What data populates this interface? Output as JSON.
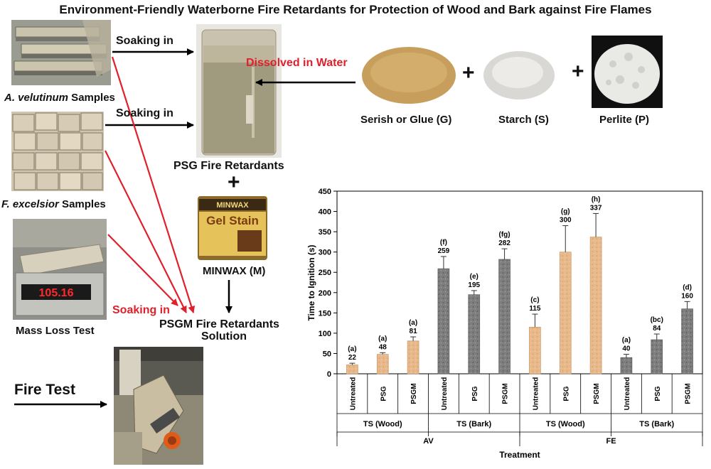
{
  "title": "Environment-Friendly Waterborne Fire Retardants for Protection of Wood and Bark against Fire Flames",
  "labels": {
    "av_samples_italic": "A. velutinum",
    "av_samples_rest": " Samples",
    "fe_samples_italic": "F. excelsior",
    "fe_samples_rest": " Samples",
    "mass_loss": "Mass Loss Test",
    "fire_test": "Fire Test",
    "soaking_1": "Soaking in",
    "soaking_2": "Soaking in",
    "soaking_red": "Soaking in",
    "dissolved": "Dissolved in Water",
    "psg": "PSG Fire Retardants",
    "minwax": "MINWAX (M)",
    "psgm_line1": "PSGM Fire Retardants",
    "psgm_line2": "Solution",
    "glue": "Serish or Glue (G)",
    "starch": "Starch (S)",
    "perlite": "Perlite (P)",
    "plus": "+",
    "scale_display": "105.16",
    "can_brand": "MINWAX",
    "can_product": "Gel Stain"
  },
  "colors": {
    "red_arrow": "#e0202a",
    "light_bar": "#e7b98a",
    "dark_bar": "#7b7b7b"
  },
  "chart_data": {
    "type": "bar",
    "ylabel": "Time to Ignition (s)",
    "xlabel": "Treatment",
    "ylim": [
      0,
      450
    ],
    "yticks": [
      0,
      50,
      100,
      150,
      200,
      250,
      300,
      350,
      400,
      450
    ],
    "categories": [
      "Untreated",
      "PSG",
      "PSGM",
      "Untreated",
      "PSG",
      "PSGM",
      "Untreated",
      "PSG",
      "PSGM",
      "Untreated",
      "PSG",
      "PSGM"
    ],
    "values": [
      22,
      48,
      81,
      259,
      195,
      282,
      115,
      300,
      337,
      40,
      84,
      160
    ],
    "errors": [
      4,
      4,
      10,
      30,
      10,
      26,
      32,
      65,
      58,
      8,
      14,
      18
    ],
    "letters": [
      "(a)",
      "(a)",
      "(a)",
      "(f)",
      "(e)",
      "(fg)",
      "(c)",
      "(g)",
      "(h)",
      "(a)",
      "(bc)",
      "(d)"
    ],
    "bar_colors": [
      "light",
      "light",
      "light",
      "dark",
      "dark",
      "dark",
      "light",
      "light",
      "light",
      "dark",
      "dark",
      "dark"
    ],
    "groups": [
      "TS (Wood)",
      "TS (Bark)",
      "TS (Wood)",
      "TS (Bark)"
    ],
    "species": [
      "AV",
      "FE"
    ]
  }
}
